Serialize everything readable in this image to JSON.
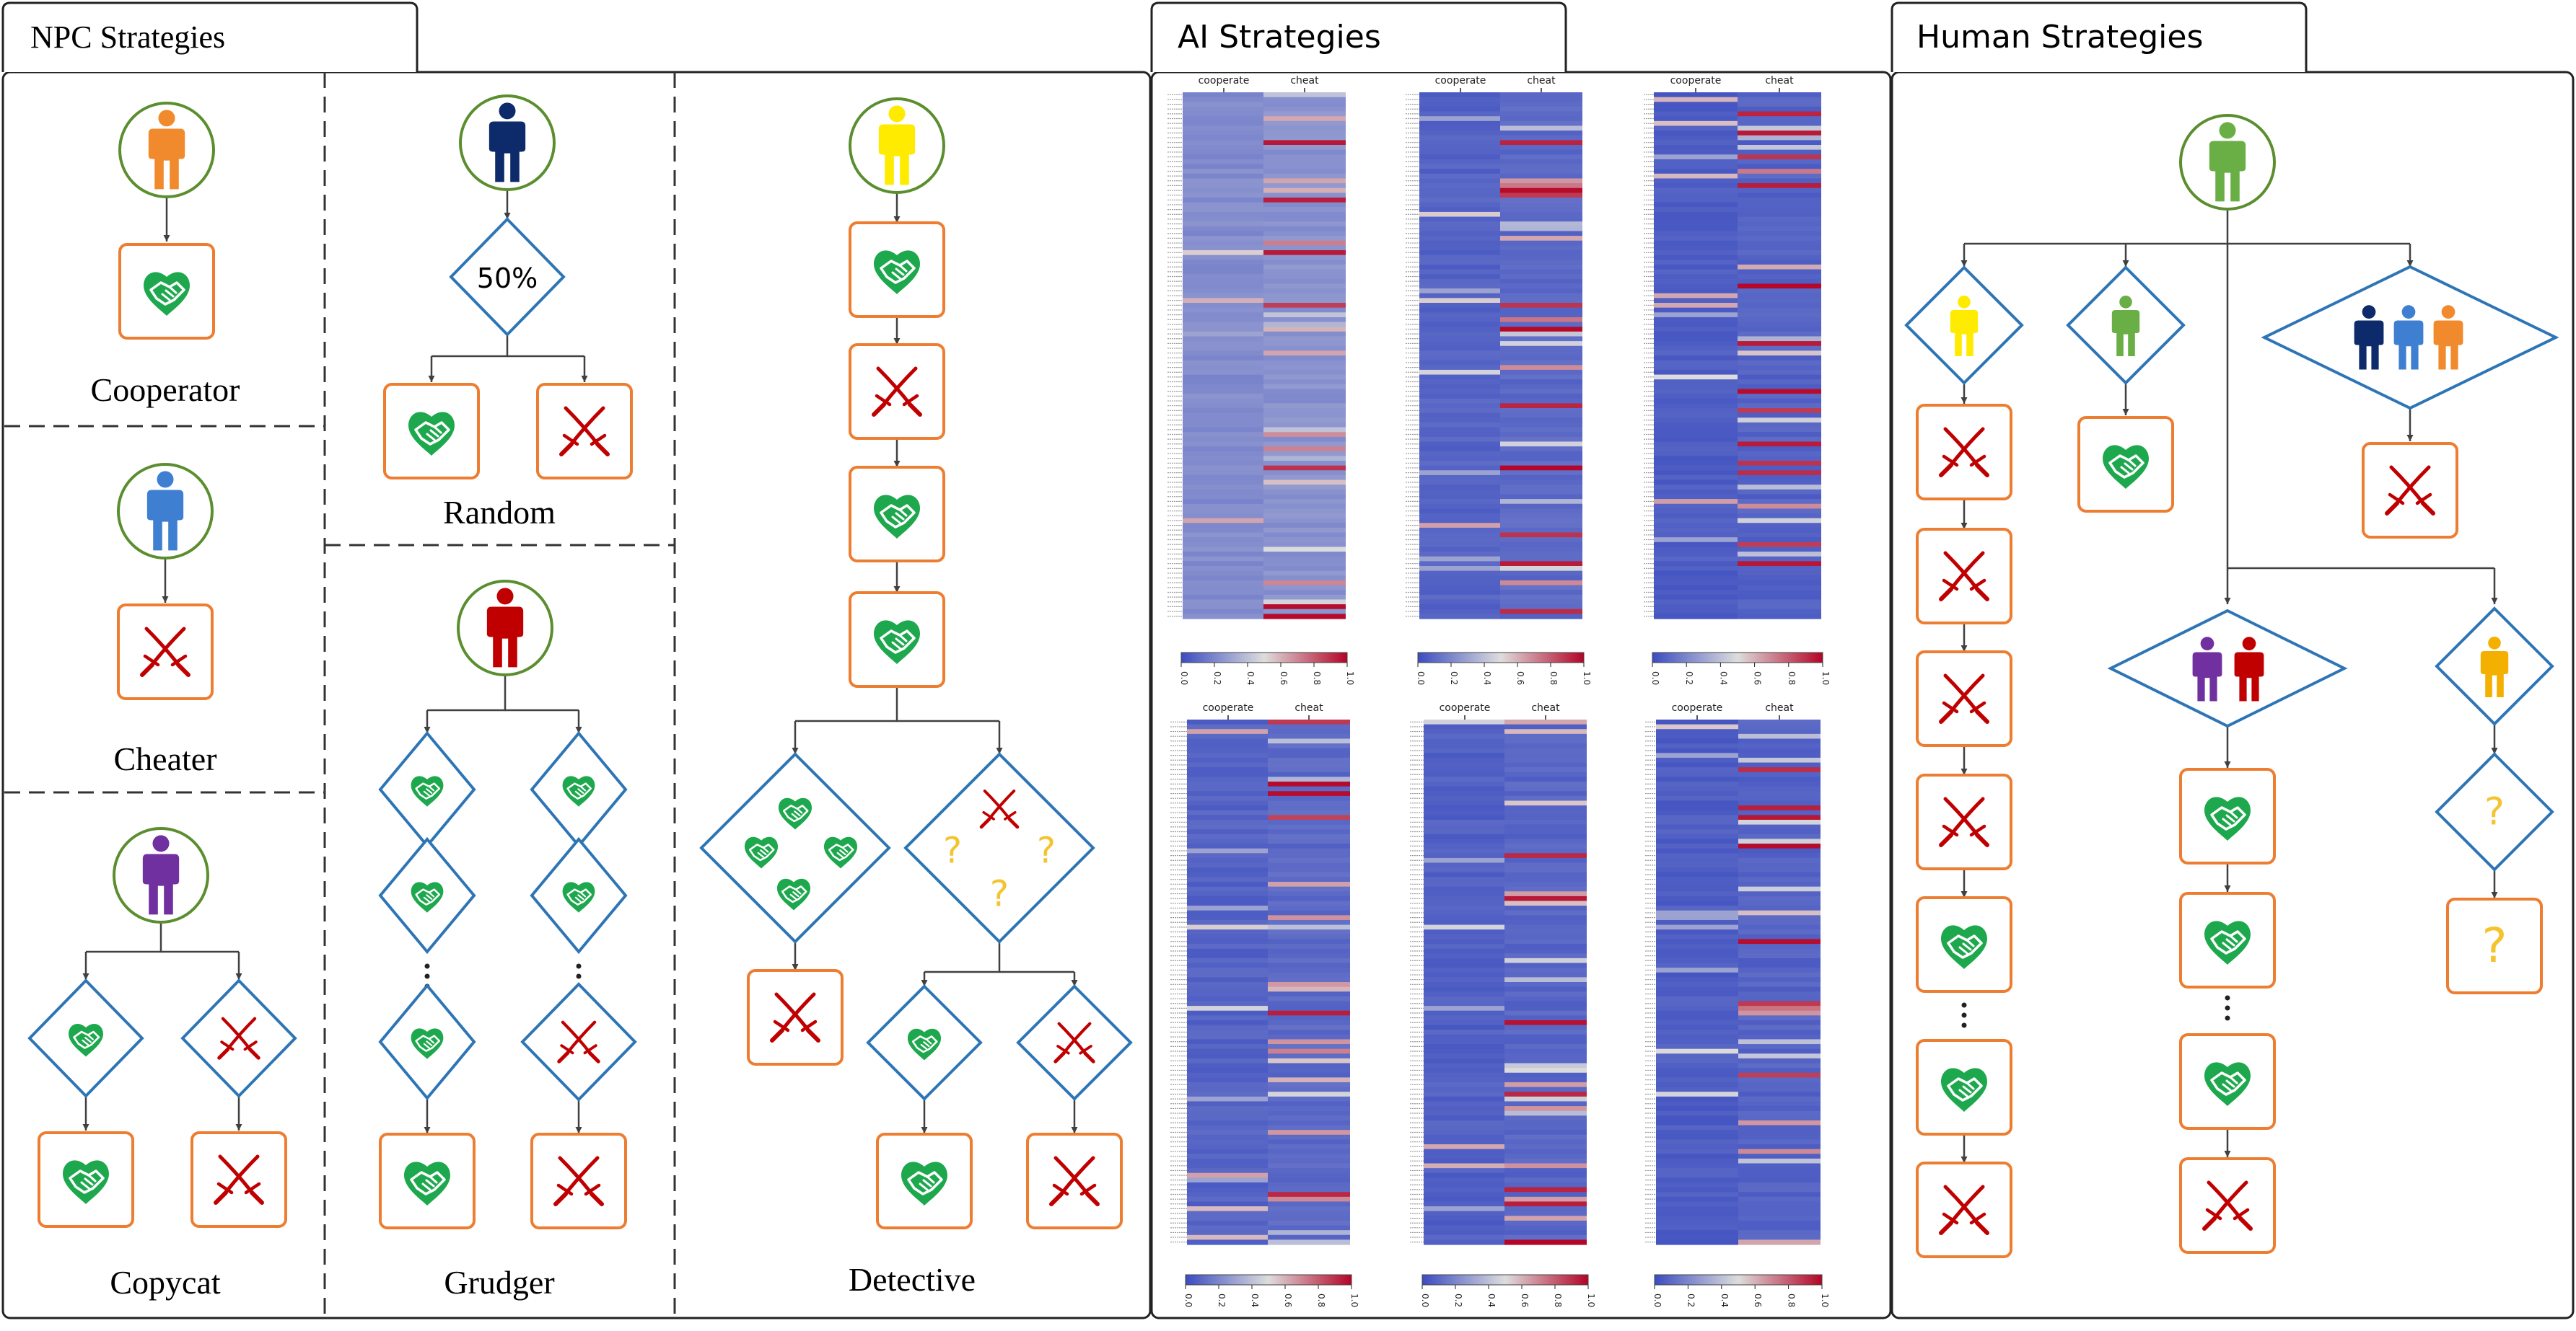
{
  "panels": {
    "npc_title": "NPC Strategies",
    "ai_title": "AI Strategies",
    "human_title": "Human Strategies"
  },
  "npc": {
    "cooperator": "Cooperator",
    "cheater": "Cheater",
    "copycat": "Copycat",
    "random": "Random",
    "random_prob": "50%",
    "grudger": "Grudger",
    "detective": "Detective",
    "question_mark": "?"
  },
  "ai": {
    "col_cooperate": "cooperate",
    "col_cheat": "cheat",
    "colorbar_ticks": [
      "0.0",
      "0.2",
      "0.4",
      "0.6",
      "0.8",
      "1.0"
    ]
  },
  "colors": {
    "cooperator": "#F08A2C",
    "cheater": "#3F7FD1",
    "random": "#0D2A6B",
    "grudger": "#C00000",
    "detective": "#FFEB00",
    "copycat": "#7030A0",
    "human": "#6AAF45",
    "circle": "#5B8E2F",
    "box": "#ED7D31",
    "diamond": "#2E75B6",
    "heart": "#1EA84E",
    "sword": "#C00000",
    "question": "#F4C430"
  },
  "icons": {
    "person": "person-icon",
    "cooperate": "handshake-heart-icon",
    "cheat": "crossed-swords-icon",
    "unknown": "question-mark-icon"
  }
}
